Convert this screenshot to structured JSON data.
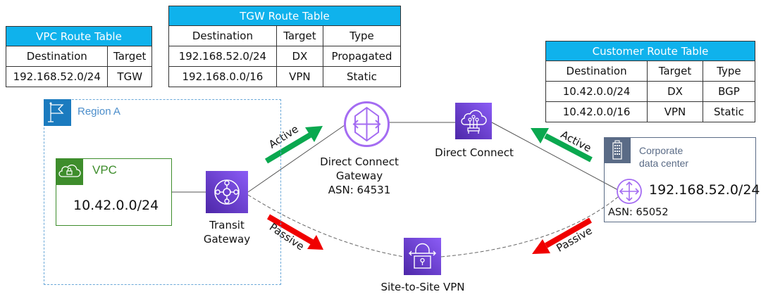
{
  "colors": {
    "table_header": "#0fb2ec",
    "region": "#1b7bbf",
    "vpc": "#3e8d2c",
    "service_purple": "#6b3fd4",
    "corporate": "#5a6b86",
    "active": "#0aa84f",
    "passive": "#f00000"
  },
  "vpc_route_table": {
    "title": "VPC Route Table",
    "columns": [
      "Destination",
      "Target"
    ],
    "rows": [
      [
        "192.168.52.0/24",
        "TGW"
      ]
    ]
  },
  "tgw_route_table": {
    "title": "TGW Route Table",
    "columns": [
      "Destination",
      "Target",
      "Type"
    ],
    "rows": [
      [
        "192.168.52.0/24",
        "DX",
        "Propagated"
      ],
      [
        "192.168.0.0/16",
        "VPN",
        "Static"
      ]
    ]
  },
  "customer_route_table": {
    "title": "Customer Route Table",
    "columns": [
      "Destination",
      "Target",
      "Type"
    ],
    "rows": [
      [
        "10.42.0.0/24",
        "DX",
        "BGP"
      ],
      [
        "10.42.0.0/16",
        "VPN",
        "Static"
      ]
    ]
  },
  "region": {
    "label": "Region A",
    "icon": "flag-icon"
  },
  "vpc": {
    "label": "VPC",
    "cidr": "10.42.0.0/24",
    "icon": "cloud-lock-icon"
  },
  "transit_gateway": {
    "line1": "Transit",
    "line2": "Gateway",
    "icon": "transit-gateway-icon"
  },
  "dx_gateway": {
    "line1": "Direct Connect",
    "line2": "Gateway",
    "line3": "ASN: 64531",
    "icon": "direct-connect-gateway-icon"
  },
  "direct_connect": {
    "label": "Direct Connect",
    "icon": "direct-connect-icon"
  },
  "vpn": {
    "label": "Site-to-Site VPN",
    "icon": "vpn-lock-icon"
  },
  "corporate": {
    "line1": "Corporate",
    "line2": "data center",
    "cidr": "192.168.52.0/24",
    "asn": "ASN: 65052",
    "icon": "building-icon",
    "router_icon": "router-icon"
  },
  "paths": {
    "active_left": "Active",
    "active_right": "Active",
    "passive_left": "Passive",
    "passive_right": "Passive"
  }
}
